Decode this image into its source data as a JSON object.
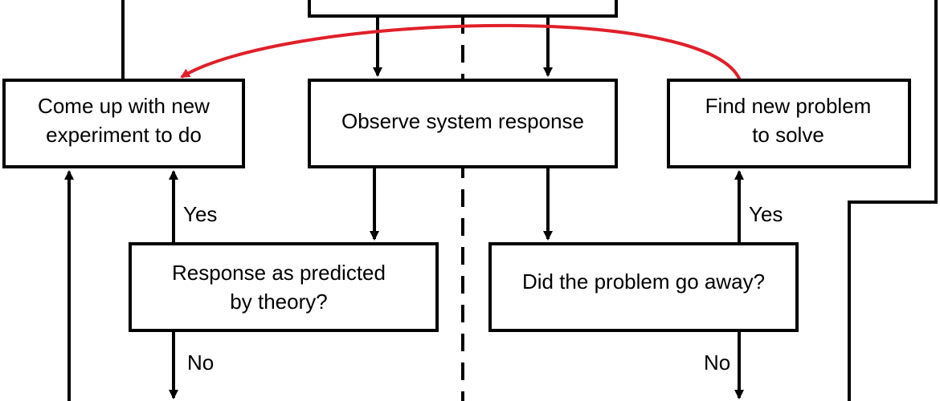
{
  "boxes": {
    "new_experiment": {
      "line1": "Come up with new",
      "line2": "experiment to do"
    },
    "observe": {
      "label": "Observe system response"
    },
    "new_problem": {
      "line1": "Find new problem",
      "line2": "to solve"
    },
    "predicted": {
      "line1": "Response as predicted",
      "line2": "by theory?"
    },
    "problem_away": {
      "label": "Did the problem go away?"
    }
  },
  "edge_labels": {
    "yes_left": "Yes",
    "no_left": "No",
    "yes_right": "Yes",
    "no_right": "No"
  },
  "colors": {
    "stroke": "#000000",
    "feedback_arrow": "#e0202a"
  }
}
